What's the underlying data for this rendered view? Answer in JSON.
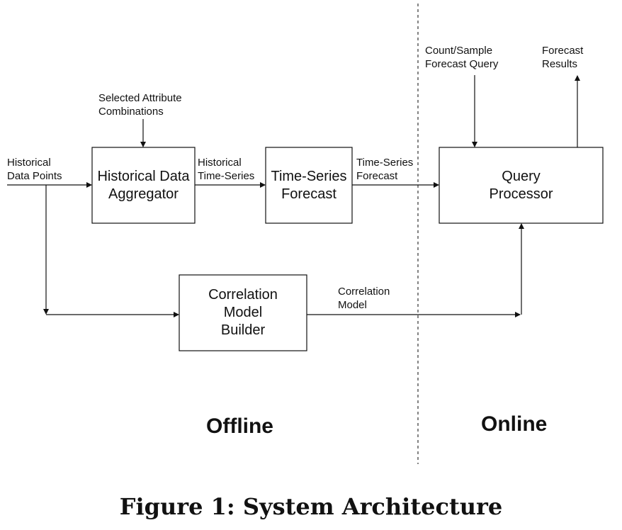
{
  "inputs": {
    "historical_data_points": "Historical\nData Points",
    "selected_attribute_combinations": "Selected Attribute\nCombinations",
    "count_sample_forecast_query": "Count/Sample\nForecast Query"
  },
  "outputs": {
    "forecast_results": "Forecast\nResults"
  },
  "boxes": {
    "historical_data_aggregator": "Historical Data\nAggregator",
    "time_series_forecast": "Time-Series\nForecast",
    "query_processor": "Query\nProcessor",
    "correlation_model_builder": "Correlation\nModel\nBuilder"
  },
  "edges": {
    "historical_time_series": "Historical\nTime-Series",
    "time_series_forecast": "Time-Series\nForecast",
    "correlation_model": "Correlation\nModel"
  },
  "sections": {
    "offline": "Offline",
    "online": "Online"
  },
  "caption": "Figure 1: System Architecture"
}
